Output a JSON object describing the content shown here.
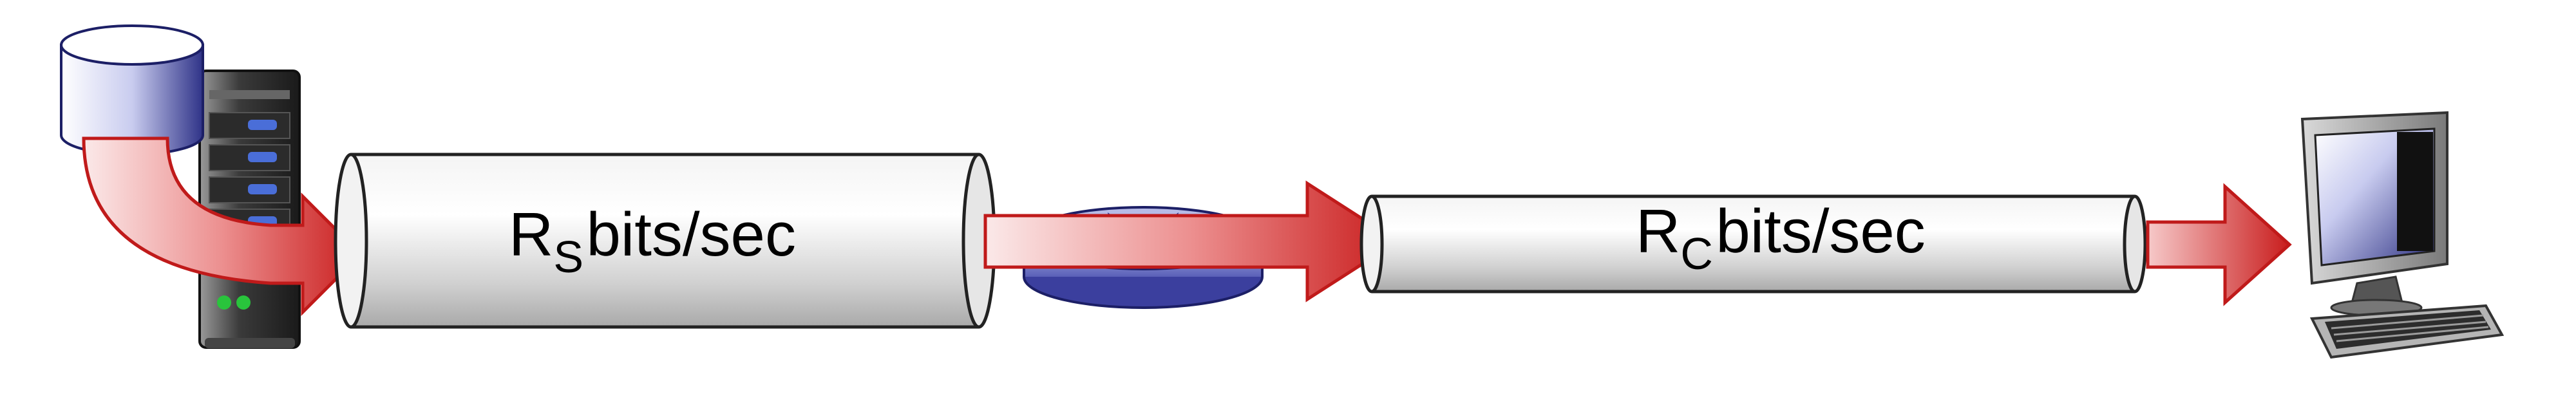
{
  "links": [
    {
      "id": "server-link",
      "rate_symbol": "R",
      "rate_subscript": "S",
      "rate_unit": "bits/sec"
    },
    {
      "id": "client-link",
      "rate_symbol": "R",
      "rate_subscript": "C",
      "rate_unit": "bits/sec"
    }
  ],
  "colors": {
    "arrow_red": "#d42a2a",
    "pipe_grey": "#d9d9d9",
    "router_blue": "#7f86c9",
    "router_dark": "#3b3f9e",
    "disk_blue": "#9aa0d8"
  },
  "icons": [
    "database-icon",
    "server-icon",
    "router-icon",
    "desktop-computer-icon",
    "keyboard-icon"
  ]
}
